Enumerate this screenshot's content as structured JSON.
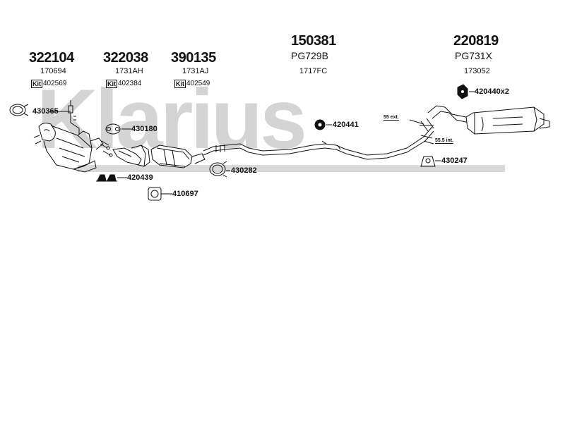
{
  "watermark": "Klarius",
  "columns": [
    {
      "part_no": "322104",
      "code": "170694",
      "kit_label": "Kit",
      "kit_no": "402569"
    },
    {
      "part_no": "322038",
      "code": "1731AH",
      "kit_label": "Kit",
      "kit_no": "402384"
    },
    {
      "part_no": "390135",
      "code": "1731AJ",
      "kit_label": "Kit",
      "kit_no": "402549"
    },
    {
      "part_no": "150381",
      "variant": "PG729B",
      "code": "1717FC"
    },
    {
      "part_no": "220819",
      "variant": "PG731X",
      "code": "173052"
    }
  ],
  "refs": {
    "r430365": "430365",
    "r430180": "430180",
    "r420439": "420439",
    "r410697": "410697",
    "r430282": "430282",
    "r420441": "420441",
    "r420440": "420440x2",
    "r430247": "430247"
  },
  "notes": {
    "ext": "55 ext.",
    "int": "55.5 int."
  },
  "colors": {
    "watermark": "#d4d4d4",
    "line": "#111111"
  }
}
